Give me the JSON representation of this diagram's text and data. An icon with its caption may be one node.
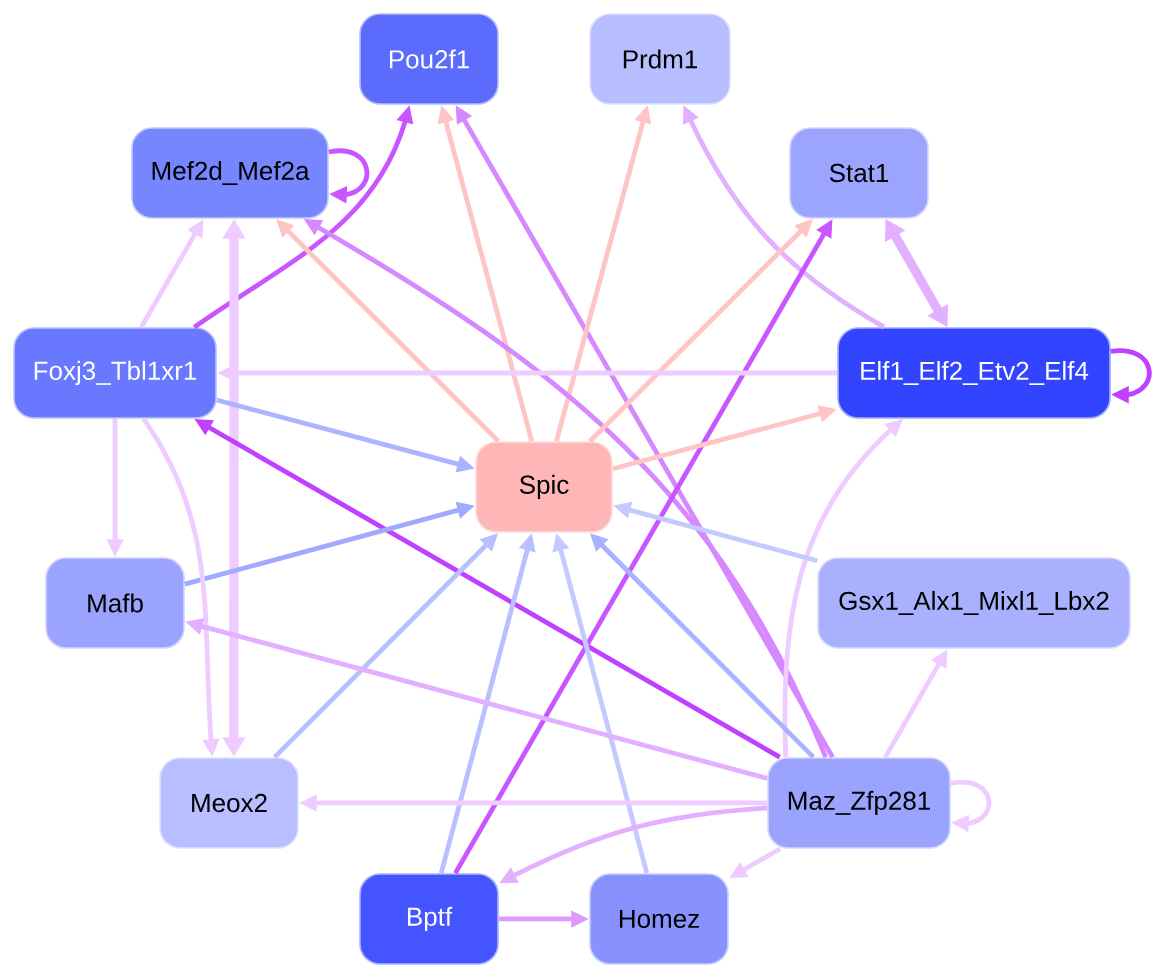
{
  "diagram": {
    "nodes": [
      {
        "text": [
          "Pou2f1"
        ]
      },
      {
        "text": [
          "Prdm1"
        ]
      },
      {
        "text": [
          "Mef2d_Mef2a"
        ]
      },
      {
        "text": [
          "Stat1"
        ]
      },
      {
        "text": [
          "Foxj3_Tbl1xr1"
        ]
      },
      {
        "text": [
          "Elf1_Elf2_Etv2_Elf4"
        ]
      },
      {
        "text": [
          "Spic"
        ]
      },
      {
        "text": [
          "Mafb"
        ]
      },
      {
        "text": [
          "Gsx1_Alx1_Mixl1_Lbx2"
        ]
      },
      {
        "text": [
          "Meox2"
        ]
      },
      {
        "text": [
          "Maz_Zfp281"
        ]
      },
      {
        "text": [
          "Bptf"
        ]
      },
      {
        "text": [
          "Homez"
        ]
      }
    ],
    "edges": [
      {
        "from": 2,
        "to": 2,
        "arrow": "to",
        "color": "#c855ff"
      },
      {
        "from": 4,
        "to": 0,
        "arrow": "to",
        "color": "#c855ff"
      },
      {
        "from": 6,
        "to": 0,
        "arrow": "to",
        "color": "#ffc4c4"
      },
      {
        "from": 10,
        "to": 0,
        "arrow": "to",
        "color": "#d588ff"
      },
      {
        "from": 6,
        "to": 1,
        "arrow": "to",
        "color": "#ffc4c4"
      },
      {
        "from": 5,
        "to": 1,
        "arrow": "to",
        "color": "#e2b0ff"
      },
      {
        "from": 6,
        "to": 2,
        "arrow": "to",
        "color": "#ffc4c4"
      },
      {
        "from": 10,
        "to": 2,
        "arrow": "to",
        "color": "#d588ff"
      },
      {
        "from": 4,
        "to": 2,
        "arrow": "to"
      },
      {
        "from": 2,
        "to": 9,
        "arrow": "both",
        "style": "thick"
      },
      {
        "from": 6,
        "to": 3,
        "arrow": "to",
        "color": "#ffc4c4"
      },
      {
        "from": 11,
        "to": 3,
        "arrow": "to",
        "color": "#c855ff"
      },
      {
        "from": 3,
        "to": 5,
        "arrow": "both",
        "style": "thick",
        "color": "#e2b0ff"
      },
      {
        "from": 5,
        "to": 5,
        "arrow": "to",
        "color": "#c040ff"
      },
      {
        "from": 5,
        "to": 4,
        "arrow": "to"
      },
      {
        "from": 6,
        "to": 5,
        "arrow": "to",
        "color": "#ffc4c4"
      },
      {
        "from": 10,
        "to": 5,
        "arrow": "to"
      },
      {
        "from": 10,
        "to": 4,
        "arrow": "to",
        "color": "#c040ff"
      },
      {
        "from": 4,
        "to": 6,
        "arrow": "to",
        "color": "#aab4ff"
      },
      {
        "from": 7,
        "to": 6,
        "arrow": "to",
        "color": "#a0aaff"
      },
      {
        "from": 9,
        "to": 6,
        "arrow": "to",
        "color": "#b8c0ff"
      },
      {
        "from": 11,
        "to": 6,
        "arrow": "to",
        "color": "#b8c0ff"
      },
      {
        "from": 12,
        "to": 6,
        "arrow": "to",
        "color": "#c4caff"
      },
      {
        "from": 10,
        "to": 6,
        "arrow": "to",
        "color": "#a8b2ff"
      },
      {
        "from": 8,
        "to": 6,
        "arrow": "to",
        "color": "#c4caff"
      },
      {
        "from": 4,
        "to": 7,
        "arrow": "to"
      },
      {
        "from": 4,
        "to": 9,
        "arrow": "to"
      },
      {
        "from": 10,
        "to": 7,
        "arrow": "to",
        "color": "#e2b0ff"
      },
      {
        "from": 10,
        "to": 9,
        "arrow": "to"
      },
      {
        "from": 10,
        "to": 8,
        "arrow": "to"
      },
      {
        "from": 10,
        "to": 11,
        "arrow": "to",
        "color": "#e2b0ff"
      },
      {
        "from": 10,
        "to": 12,
        "arrow": "to"
      },
      {
        "from": 10,
        "to": 10,
        "arrow": "to"
      },
      {
        "from": 11,
        "to": 12,
        "arrow": "to",
        "color": "#dd99ff"
      }
    ]
  }
}
